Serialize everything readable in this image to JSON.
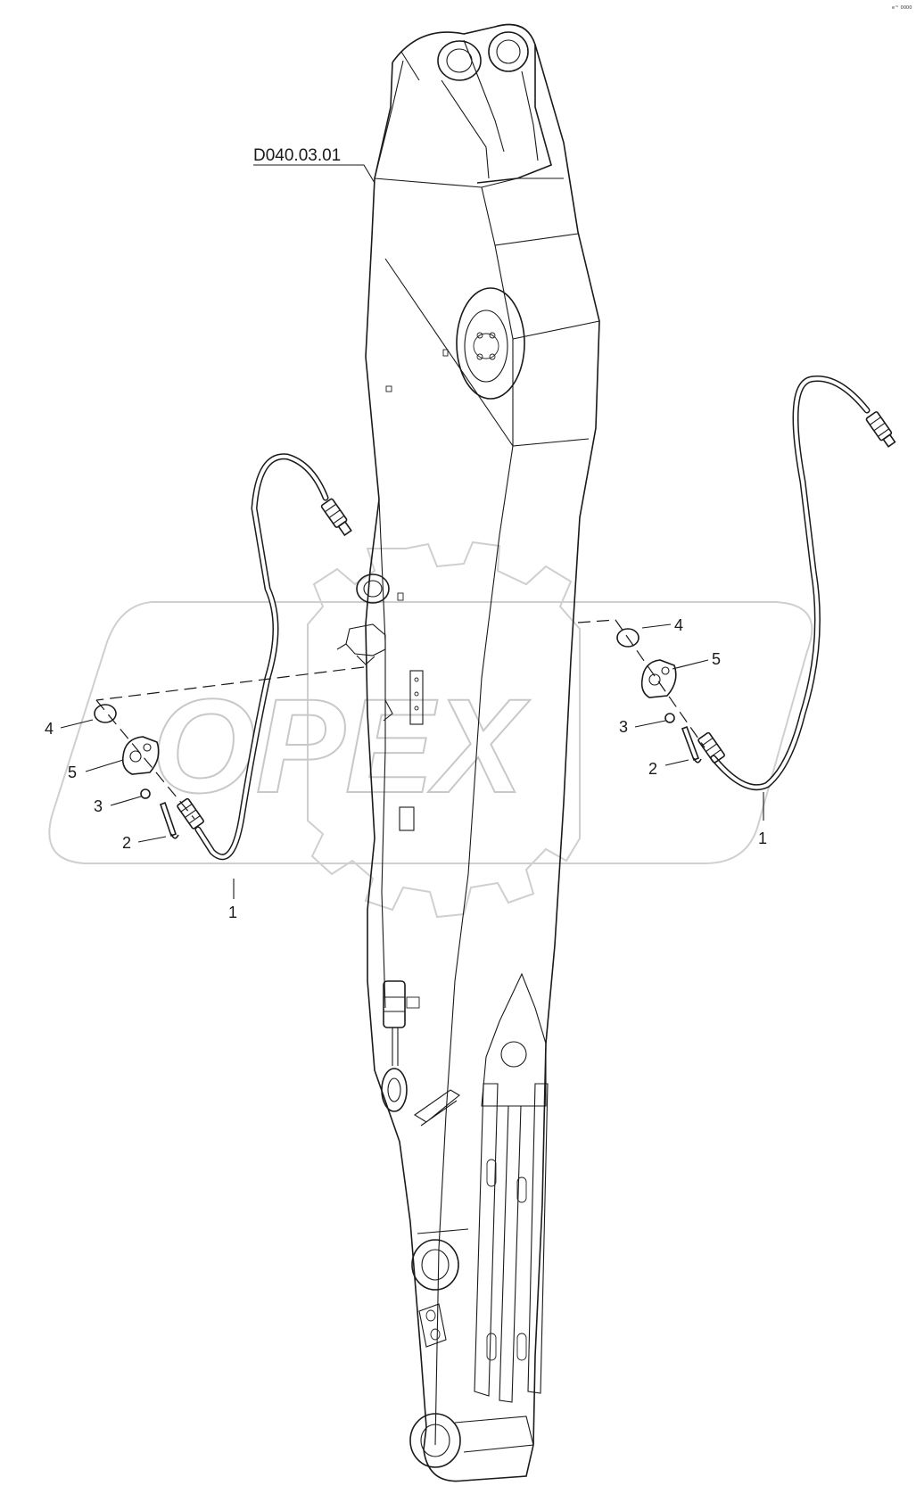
{
  "drawing": {
    "reference_label": "D040.03.01",
    "corner_mark": "e™ 0000",
    "watermark_text": "OPEX"
  },
  "callouts": {
    "left": {
      "hose": "1",
      "bolt": "2",
      "washer": "3",
      "oring": "4",
      "flange": "5"
    },
    "right": {
      "hose": "1",
      "bolt": "2",
      "washer": "3",
      "oring": "4",
      "flange": "5"
    }
  },
  "colors": {
    "line": "#1a1a1a",
    "watermark": "#c8c8c8",
    "background": "#ffffff"
  }
}
